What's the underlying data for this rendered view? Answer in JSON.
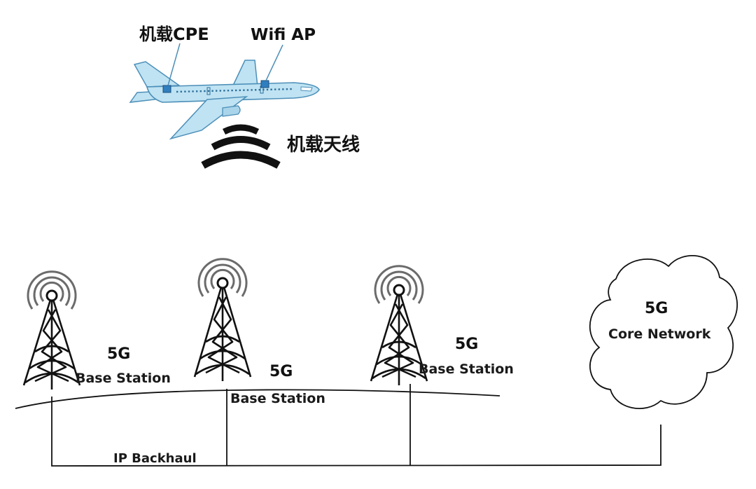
{
  "aircraft": {
    "cpe_label": "机载CPE",
    "wifi_ap_label": "Wifi AP",
    "antenna_label": "机载天线"
  },
  "stations": [
    {
      "line1": "5G",
      "line2": "Base Station"
    },
    {
      "line1": "5G",
      "line2": "Base Station"
    },
    {
      "line1": "5G",
      "line2": "Base Station"
    }
  ],
  "core": {
    "line1": "5G",
    "line2": "Core Network"
  },
  "backhaul_label": "IP Backhaul",
  "colors": {
    "airplane_body": "#bfe3f3",
    "airplane_outline": "#4d8fb8",
    "device_box": "#2f7fc0",
    "ink": "#111111"
  }
}
